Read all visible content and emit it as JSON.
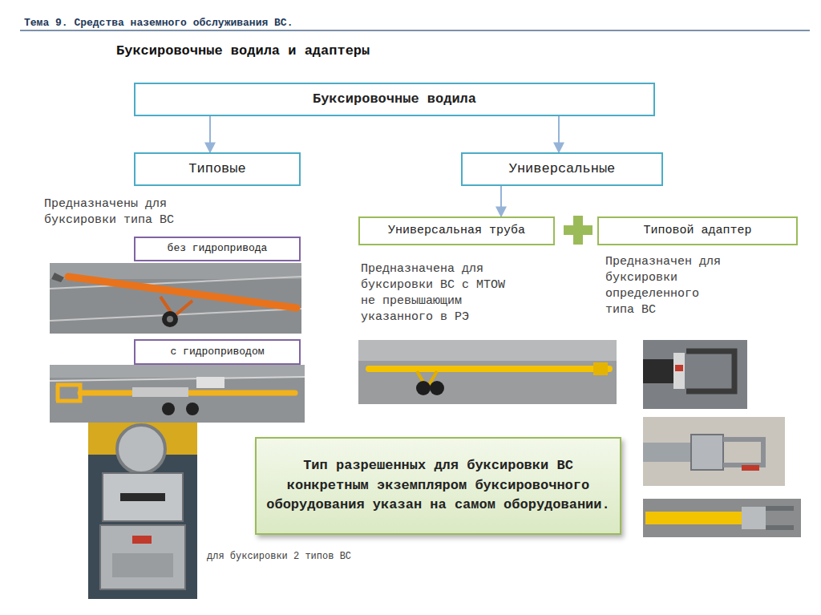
{
  "diagram": {
    "title": "Буксировочные водила и адаптеры",
    "nodes": [
      {
        "text": [
          "Буксировочные водила"
        ]
      },
      {
        "text": [
          "Типовые"
        ]
      },
      {
        "text": [
          "Универсальные"
        ]
      },
      {
        "text": [
          "без гидропривода"
        ]
      },
      {
        "text": [
          "с гидроприводом"
        ]
      },
      {
        "text": [
          "Универсальная труба"
        ]
      },
      {
        "text": [
          "Типовой адаптер"
        ]
      },
      {
        "text": [
          "Тип разрешенных для буксировки ВС конкретным экземпляром буксировочного оборудования указан на самом оборудовании."
        ]
      }
    ],
    "edges": [
      {
        "from": 0,
        "to": 1,
        "arrow": "to"
      },
      {
        "from": 0,
        "to": 2,
        "arrow": "to"
      },
      {
        "from": 2,
        "to": 5,
        "arrow": "to"
      }
    ],
    "labels": [
      "Тема 9. Средства наземного обслуживания ВС.",
      "Предназначены для буксировки типа ВС",
      "Предназначена для буксировки ВС с MTOW не превышающим указанного в РЭ",
      "Предназначен для буксировки определенного типа ВС",
      "для буксировки 2 типов ВС"
    ]
  }
}
